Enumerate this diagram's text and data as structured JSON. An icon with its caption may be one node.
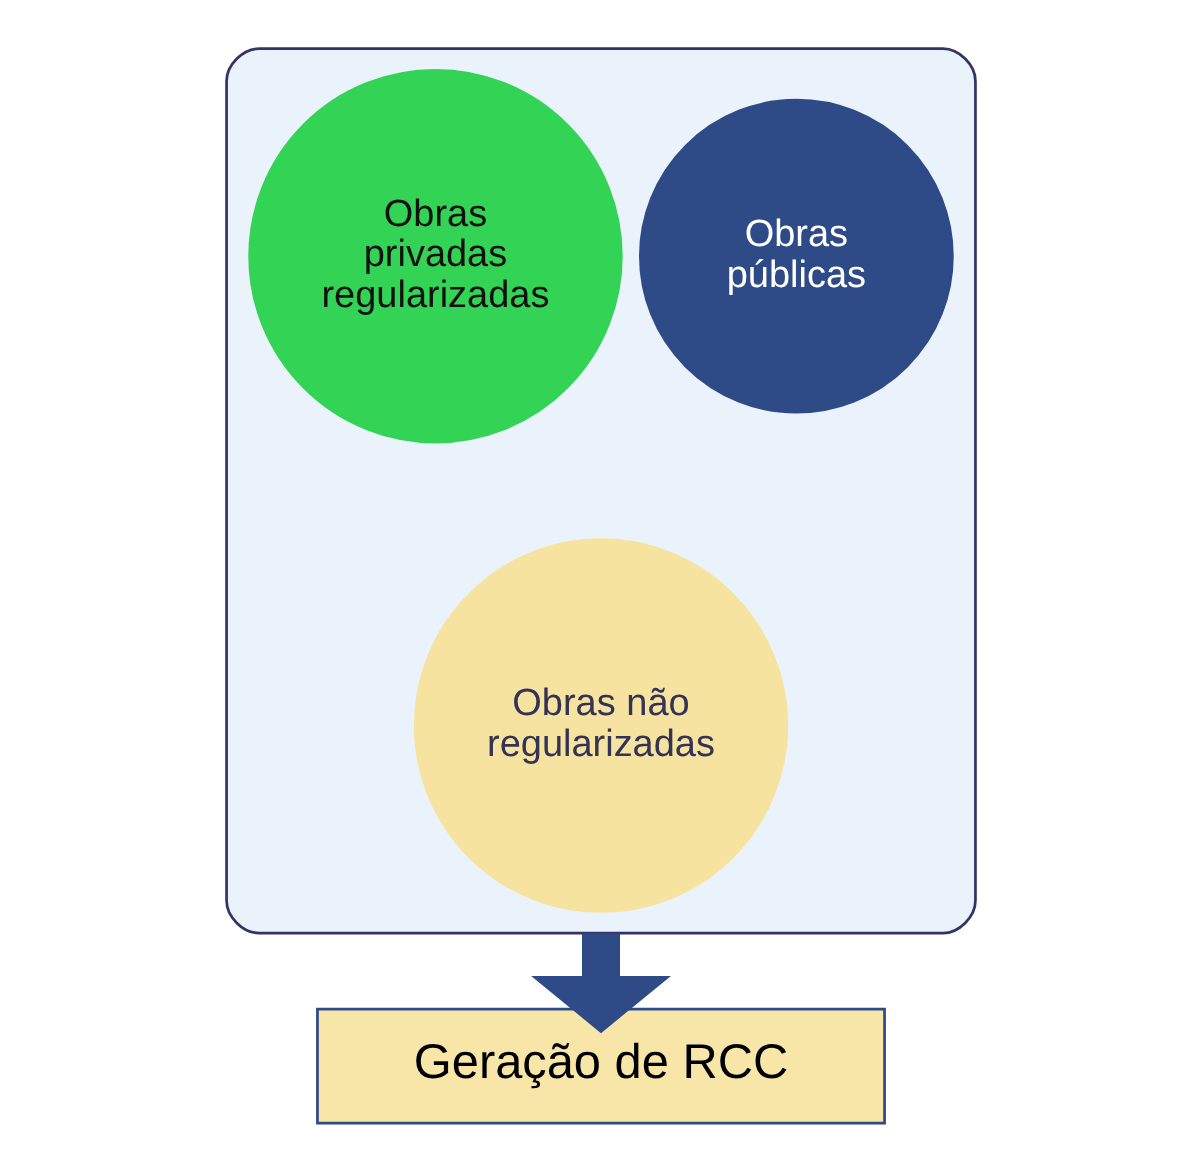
{
  "diagram": {
    "nodes": [
      {
        "text": [],
        "shape": "funnel"
      },
      {
        "text": [
          "Obras privadas regularizadas"
        ],
        "in": 0
      },
      {
        "text": [
          "Obras públicas"
        ],
        "in": 0
      },
      {
        "text": [
          "Obras não regularizadas"
        ],
        "in": 0
      },
      {
        "text": [
          "Geração de RCC"
        ]
      }
    ],
    "edges": [
      {
        "from": 0,
        "to": 4,
        "arrow": "to",
        "color": "#2e4a87"
      }
    ]
  }
}
